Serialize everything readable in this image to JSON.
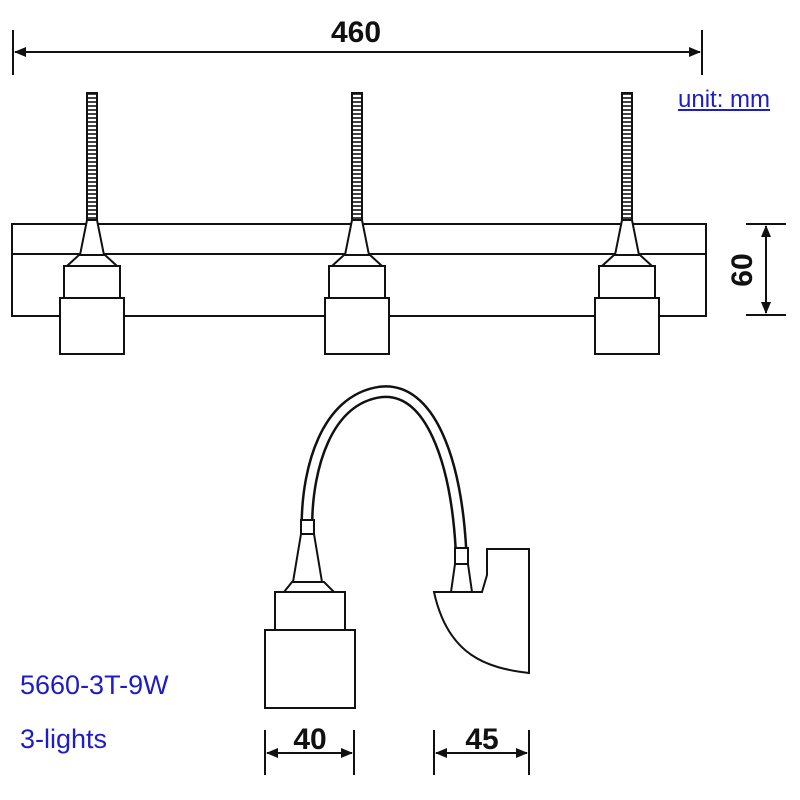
{
  "dimensions": {
    "width": "460",
    "height": "60",
    "head_width": "40",
    "bracket_width": "45"
  },
  "unit_label": "unit: mm",
  "model": "5660-3T-9W",
  "lights_label": "3-lights",
  "colors": {
    "line": "#111111",
    "label_blue": "#1c1cc8"
  }
}
